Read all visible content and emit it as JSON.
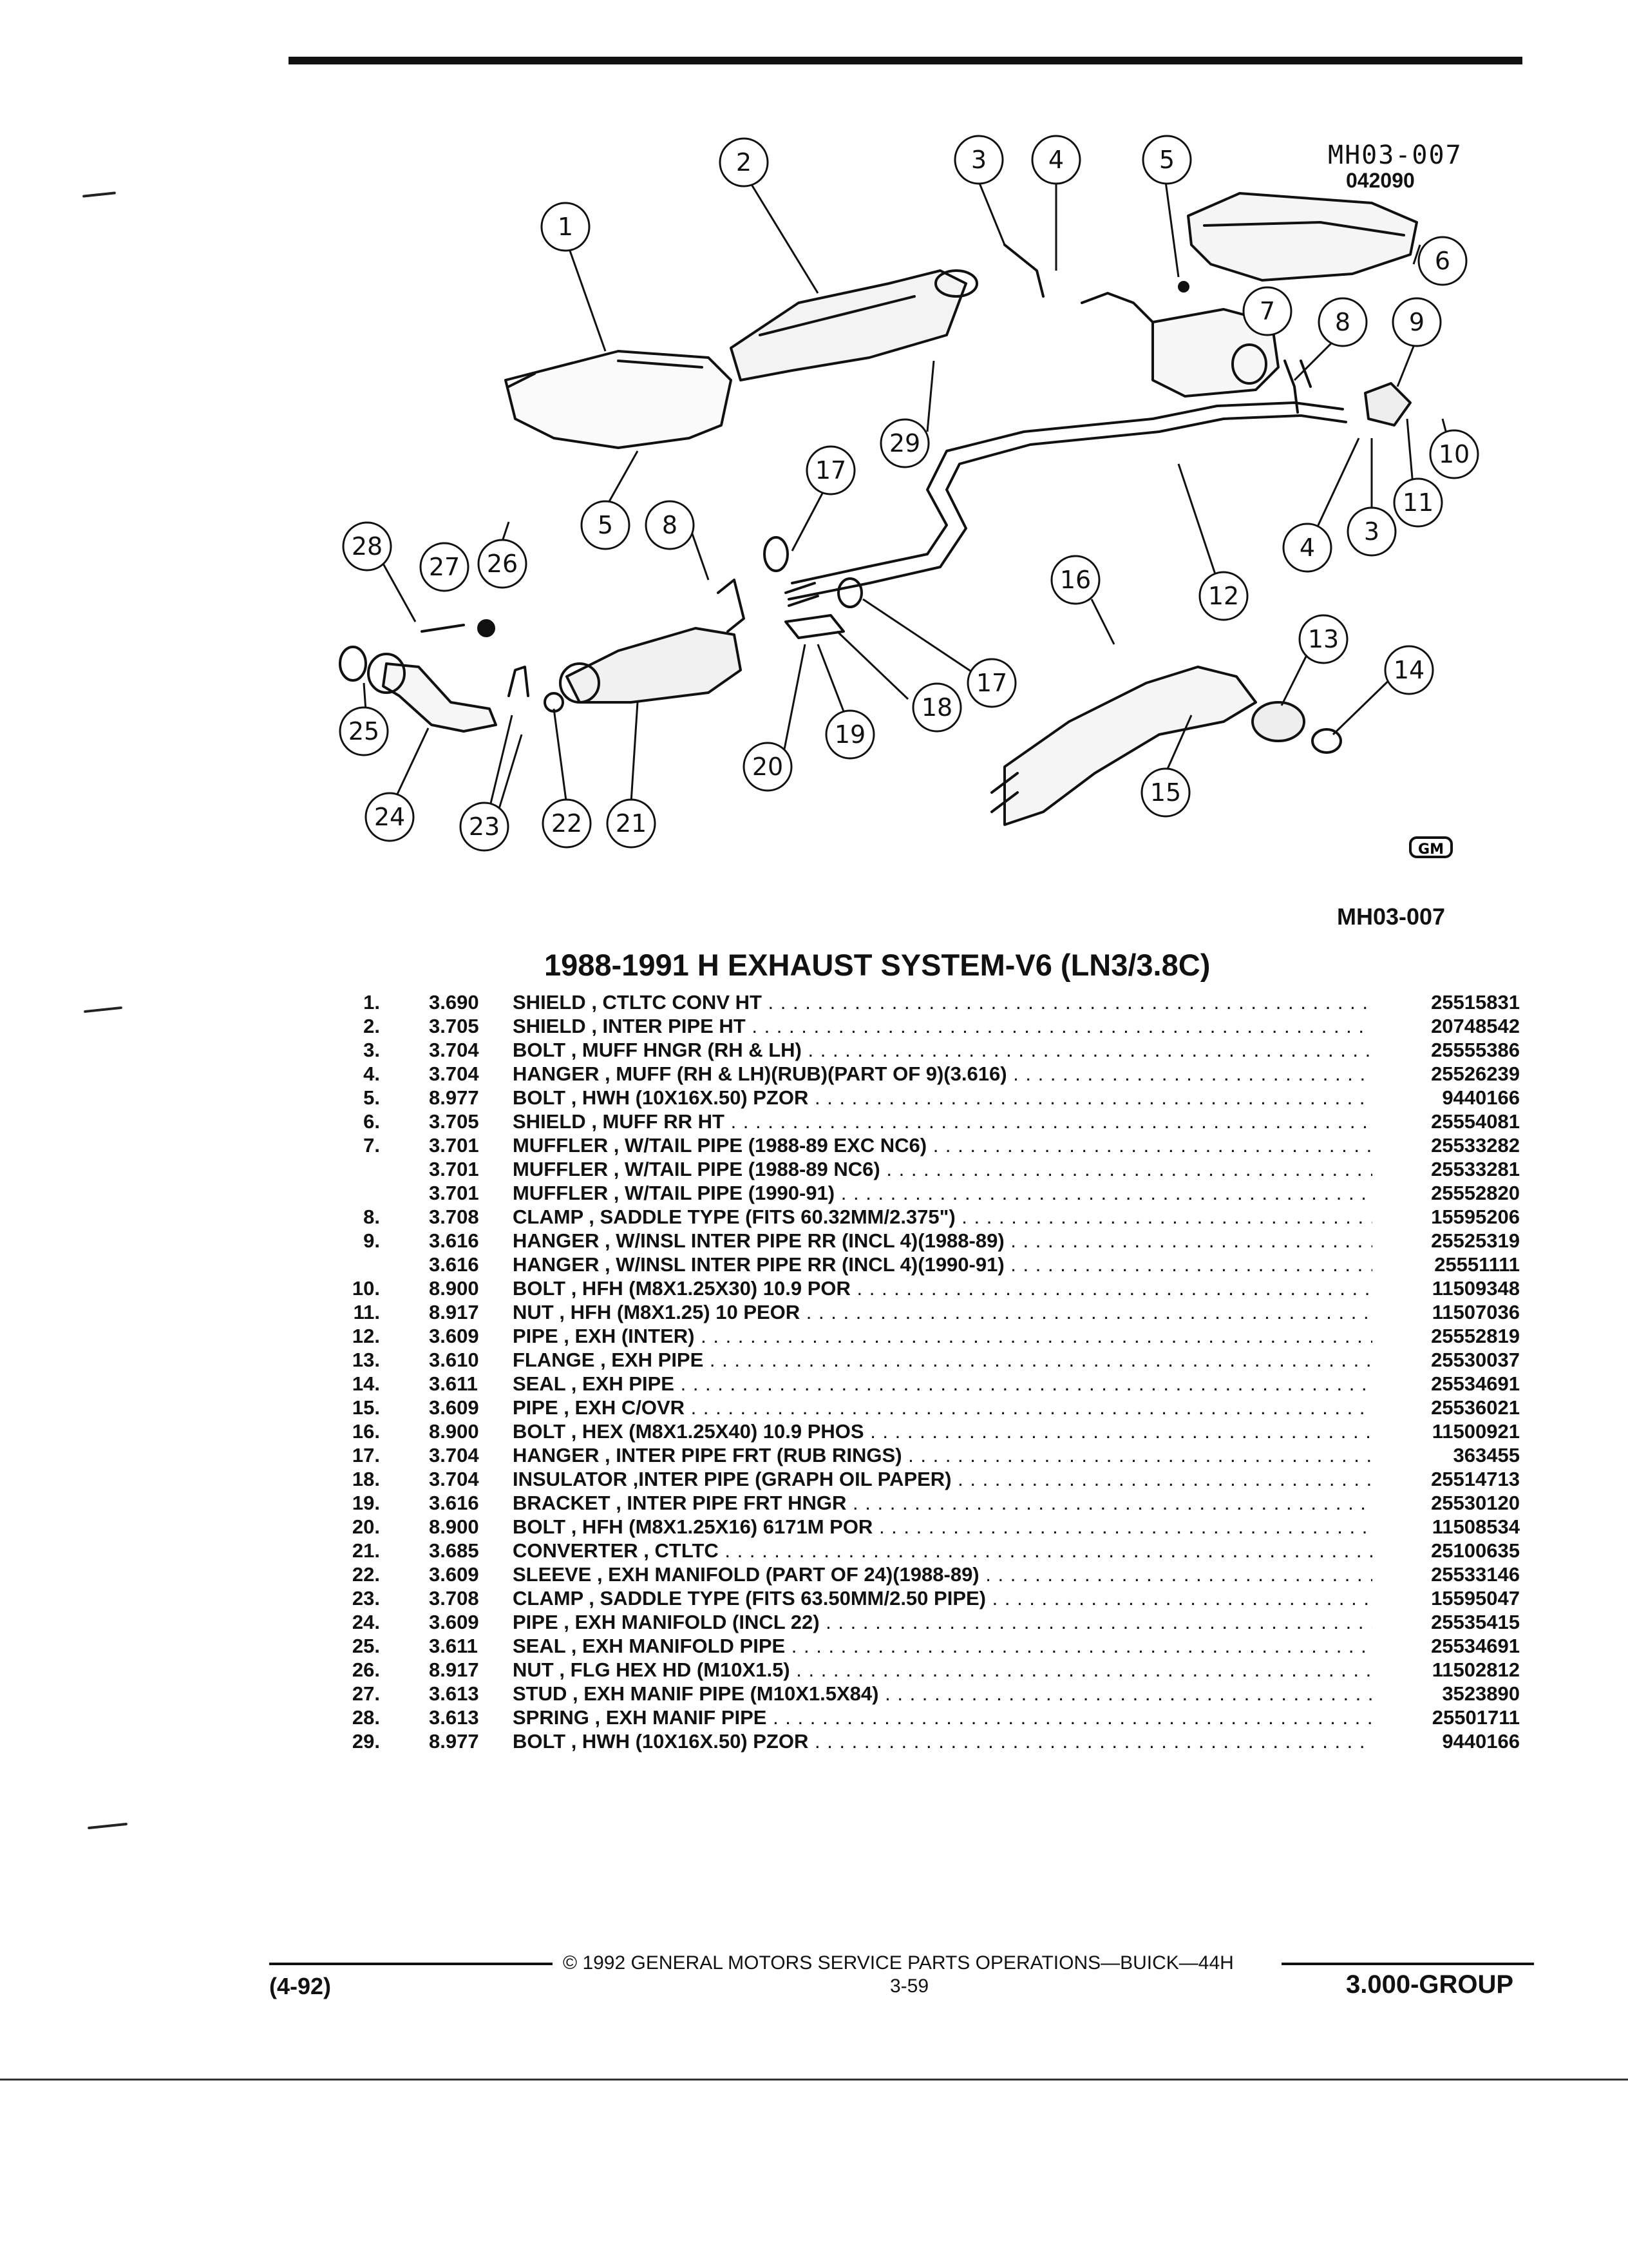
{
  "diagram": {
    "code": "MH03-007",
    "date": "042090",
    "logo": "GM",
    "callouts": [
      "1",
      "2",
      "3",
      "4",
      "5",
      "6",
      "7",
      "8",
      "9",
      "10",
      "11",
      "12",
      "13",
      "14",
      "15",
      "16",
      "17",
      "18",
      "19",
      "20",
      "21",
      "22",
      "23",
      "24",
      "25",
      "26",
      "27",
      "28",
      "29"
    ]
  },
  "ref_code": "MH03-007",
  "title": "1988-1991 H EXHAUST SYSTEM-V6 (LN3/3.8C)",
  "parts": [
    {
      "num": "1.",
      "group": "3.690",
      "name": "SHIELD",
      "spec": ", CTLTC CONV HT",
      "pn": "25515831"
    },
    {
      "num": "2.",
      "group": "3.705",
      "name": "SHIELD",
      "spec": ", INTER PIPE HT",
      "pn": "20748542"
    },
    {
      "num": "3.",
      "group": "3.704",
      "name": "BOLT",
      "spec": ", MUFF HNGR (RH & LH)",
      "pn": "25555386"
    },
    {
      "num": "4.",
      "group": "3.704",
      "name": "HANGER",
      "spec": ", MUFF (RH & LH)(RUB)(PART OF 9)(3.616)",
      "pn": "25526239"
    },
    {
      "num": "5.",
      "group": "8.977",
      "name": "BOLT",
      "spec": ", HWH (10X16X.50) PZOR",
      "pn": "9440166"
    },
    {
      "num": "6.",
      "group": "3.705",
      "name": "SHIELD",
      "spec": ", MUFF RR HT",
      "pn": "25554081"
    },
    {
      "num": "7.",
      "group": "3.701",
      "name": "MUFFLER",
      "spec": ", W/TAIL PIPE (1988-89 EXC NC6)",
      "pn": "25533282"
    },
    {
      "num": "",
      "group": "3.701",
      "name": "MUFFLER",
      "spec": ", W/TAIL PIPE (1988-89 NC6)",
      "pn": "25533281"
    },
    {
      "num": "",
      "group": "3.701",
      "name": "MUFFLER",
      "spec": ", W/TAIL PIPE (1990-91)",
      "pn": "25552820"
    },
    {
      "num": "8.",
      "group": "3.708",
      "name": "CLAMP",
      "spec": ", SADDLE TYPE (FITS 60.32MM/2.375\")",
      "pn": "15595206"
    },
    {
      "num": "9.",
      "group": "3.616",
      "name": "HANGER",
      "spec": ", W/INSL INTER PIPE RR (INCL 4)(1988-89)",
      "pn": "25525319"
    },
    {
      "num": "",
      "group": "3.616",
      "name": "HANGER",
      "spec": ", W/INSL INTER PIPE RR (INCL 4)(1990-91)",
      "pn": "25551111"
    },
    {
      "num": "10.",
      "group": "8.900",
      "name": "BOLT",
      "spec": ", HFH (M8X1.25X30) 10.9 POR",
      "pn": "11509348"
    },
    {
      "num": "11.",
      "group": "8.917",
      "name": "NUT",
      "spec": ", HFH (M8X1.25) 10 PEOR",
      "pn": "11507036"
    },
    {
      "num": "12.",
      "group": "3.609",
      "name": "PIPE",
      "spec": ", EXH (INTER)",
      "pn": "25552819"
    },
    {
      "num": "13.",
      "group": "3.610",
      "name": "FLANGE",
      "spec": ", EXH PIPE",
      "pn": "25530037"
    },
    {
      "num": "14.",
      "group": "3.611",
      "name": "SEAL",
      "spec": ", EXH PIPE",
      "pn": "25534691"
    },
    {
      "num": "15.",
      "group": "3.609",
      "name": "PIPE",
      "spec": ", EXH C/OVR",
      "pn": "25536021"
    },
    {
      "num": "16.",
      "group": "8.900",
      "name": "BOLT",
      "spec": ", HEX (M8X1.25X40) 10.9 PHOS",
      "pn": "11500921"
    },
    {
      "num": "17.",
      "group": "3.704",
      "name": "HANGER",
      "spec": ", INTER PIPE FRT (RUB RINGS)",
      "pn": "363455"
    },
    {
      "num": "18.",
      "group": "3.704",
      "name": "INSULATOR",
      "spec": ",INTER PIPE (GRAPH OIL PAPER)",
      "pn": "25514713"
    },
    {
      "num": "19.",
      "group": "3.616",
      "name": "BRACKET",
      "spec": ", INTER PIPE FRT HNGR",
      "pn": "25530120"
    },
    {
      "num": "20.",
      "group": "8.900",
      "name": "BOLT",
      "spec": ", HFH (M8X1.25X16) 6171M POR",
      "pn": "11508534"
    },
    {
      "num": "21.",
      "group": "3.685",
      "name": "CONVERTER",
      "spec": ", CTLTC",
      "pn": "25100635"
    },
    {
      "num": "22.",
      "group": "3.609",
      "name": "SLEEVE",
      "spec": ", EXH MANIFOLD (PART OF 24)(1988-89)",
      "pn": "25533146"
    },
    {
      "num": "23.",
      "group": "3.708",
      "name": "CLAMP",
      "spec": ", SADDLE TYPE (FITS 63.50MM/2.50 PIPE)",
      "pn": "15595047"
    },
    {
      "num": "24.",
      "group": "3.609",
      "name": "PIPE",
      "spec": ", EXH MANIFOLD (INCL 22)",
      "pn": "25535415"
    },
    {
      "num": "25.",
      "group": "3.611",
      "name": "SEAL",
      "spec": ", EXH MANIFOLD PIPE",
      "pn": "25534691"
    },
    {
      "num": "26.",
      "group": "8.917",
      "name": "NUT",
      "spec": ", FLG HEX HD (M10X1.5)",
      "pn": "11502812"
    },
    {
      "num": "27.",
      "group": "3.613",
      "name": "STUD",
      "spec": ", EXH MANIF PIPE (M10X1.5X84)",
      "pn": "3523890"
    },
    {
      "num": "28.",
      "group": "3.613",
      "name": "SPRING",
      "spec": ", EXH MANIF PIPE",
      "pn": "25501711"
    },
    {
      "num": "29.",
      "group": "8.977",
      "name": "BOLT",
      "spec": ", HWH (10X16X.50) PZOR",
      "pn": "9440166"
    }
  ],
  "footer": {
    "copyright": "© 1992 GENERAL MOTORS SERVICE PARTS OPERATIONS—BUICK—44H",
    "date": "(4-92)",
    "page": "3-59",
    "group": "3.000-GROUP"
  }
}
